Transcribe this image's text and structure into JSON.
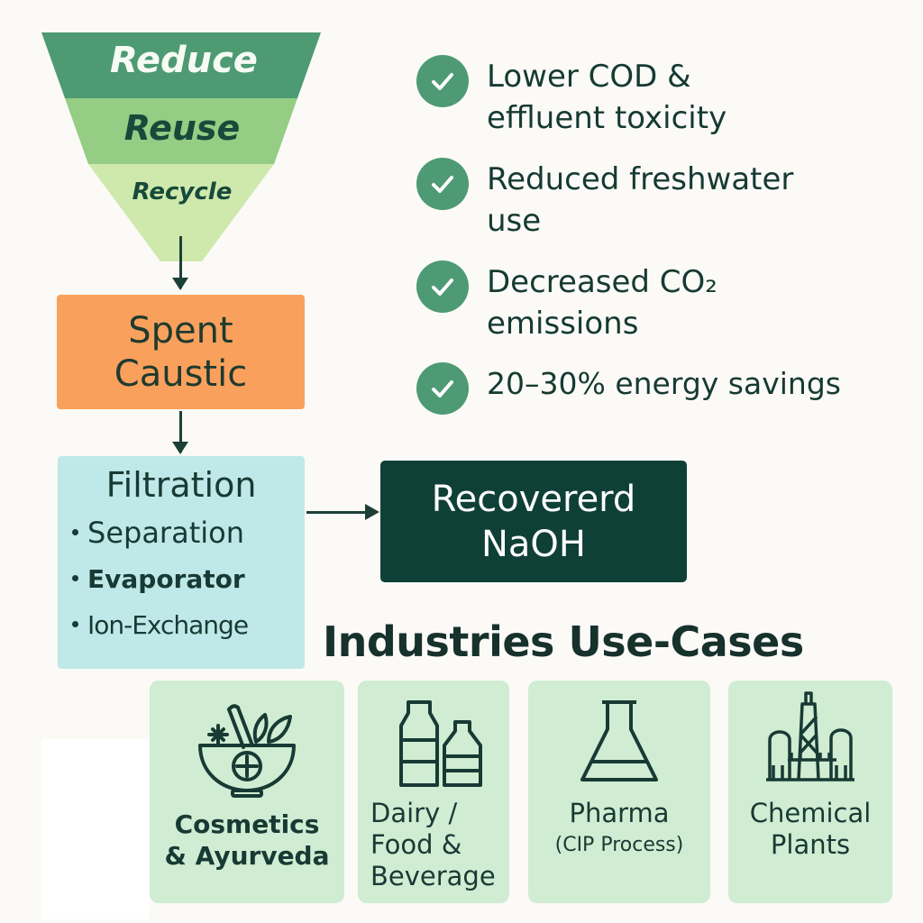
{
  "hierarchy": {
    "levels": [
      {
        "label": "Reduce",
        "color": "#4e9a73"
      },
      {
        "label": "Reuse",
        "color": "#94cd83"
      },
      {
        "label": "Recycle",
        "color": "#cfe9ac"
      }
    ]
  },
  "flow": {
    "spent_caustic": {
      "line1": "Spent",
      "line2": "Caustic"
    },
    "filtration": {
      "title": "Filtration",
      "methods": [
        "Separation",
        "Evaporator",
        "Ion-Exchange"
      ]
    },
    "recovered": {
      "line1": "Recovererd",
      "line2": "NaOH"
    }
  },
  "benefits": [
    {
      "text": "Lower  COD &\neffluent toxicity"
    },
    {
      "text": "Reduced freshwater\nuse"
    },
    {
      "text": "Decreased CO₂\nemissions"
    },
    {
      "text": "20–30% energy savings"
    }
  ],
  "industries": {
    "title": "Industries Use-Cases",
    "cards": [
      {
        "label": "Cosmetics\n& Ayurveda",
        "sub": "",
        "icon": "mortar-pestle-icon"
      },
      {
        "label": "Dairy /\nFood &\nBeverage",
        "sub": "",
        "icon": "milk-bottles-icon"
      },
      {
        "label": "Pharma",
        "sub": "(CIP Process)",
        "icon": "flask-icon"
      },
      {
        "label": "Chemical\nPlants",
        "sub": "",
        "icon": "factory-icon"
      }
    ]
  },
  "colors": {
    "check": "#4e9a74",
    "orange": "#f9a15c",
    "teal_light": "#bfe9e8",
    "dark_green": "#0f4038",
    "card": "#d0ecd2"
  }
}
